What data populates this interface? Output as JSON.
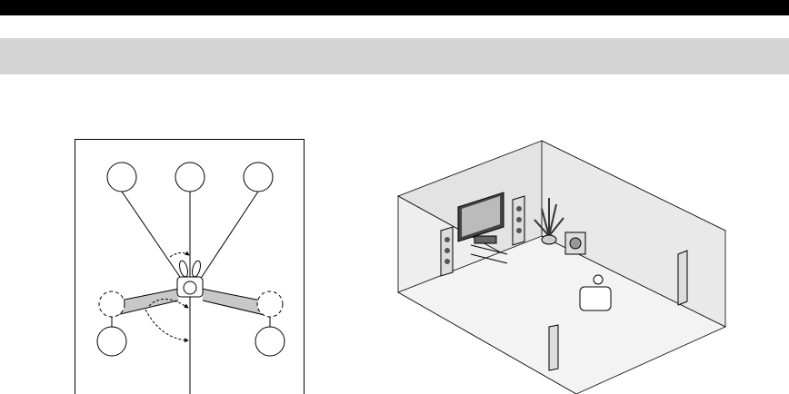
{
  "colors": {
    "top_bar": "#000000",
    "section_band": "#d4d4d4",
    "wall": "#e3e3e3",
    "floor": "#f3f3f3",
    "listening_zone": "#c8c8c8",
    "line": "#000000"
  },
  "figures": {
    "speaker_layout": {
      "speakers": [
        "front-left",
        "center",
        "front-right",
        "surround-left",
        "surround-right",
        "surround-left-alt",
        "surround-right-alt"
      ]
    },
    "room_illustration": {
      "items": [
        "tv",
        "front-left-speaker",
        "front-right-speaker",
        "center-speaker",
        "plant",
        "subwoofer",
        "listener-chair",
        "surround-left-speaker",
        "surround-right-speaker"
      ]
    }
  }
}
